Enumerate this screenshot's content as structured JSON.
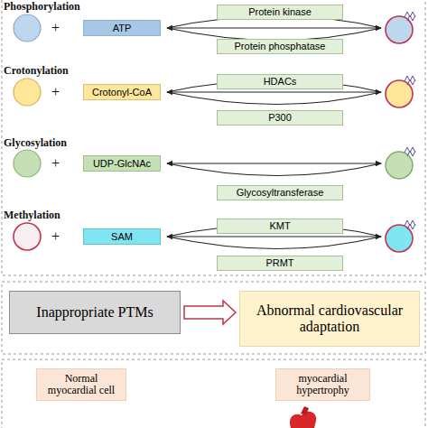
{
  "diagram": {
    "nodes": [
      {
        "text": [
          "ATP"
        ]
      },
      {
        "text": [
          "Protein kinase"
        ]
      },
      {
        "text": [
          "Protein phosphatase"
        ]
      },
      {
        "text": [
          "Crotonyl-CoA"
        ]
      },
      {
        "text": [
          "HDACs"
        ]
      },
      {
        "text": [
          "P300"
        ]
      },
      {
        "text": [
          "UDP-GlcNAc"
        ]
      },
      {
        "text": [
          "Glycosyltransferase"
        ]
      },
      {
        "text": [
          "SAM"
        ]
      },
      {
        "text": [
          "KMT"
        ]
      },
      {
        "text": [
          "PRMT"
        ]
      },
      {
        "text": [
          "Inappropriate PTMs"
        ]
      },
      {
        "text": [
          "Abnormal cardiovascular adaptation"
        ]
      },
      {
        "text": [
          "Normal myocardial cell"
        ]
      },
      {
        "text": [
          "myocardial hypertrophy"
        ]
      }
    ],
    "edges": [
      {
        "from": 11,
        "to": 12,
        "arrow": "to"
      }
    ],
    "labels": [
      "Phosphorylation",
      "+",
      "Crotonylation",
      "+",
      "Glycosylation",
      "+",
      "Methylation",
      "+"
    ]
  }
}
